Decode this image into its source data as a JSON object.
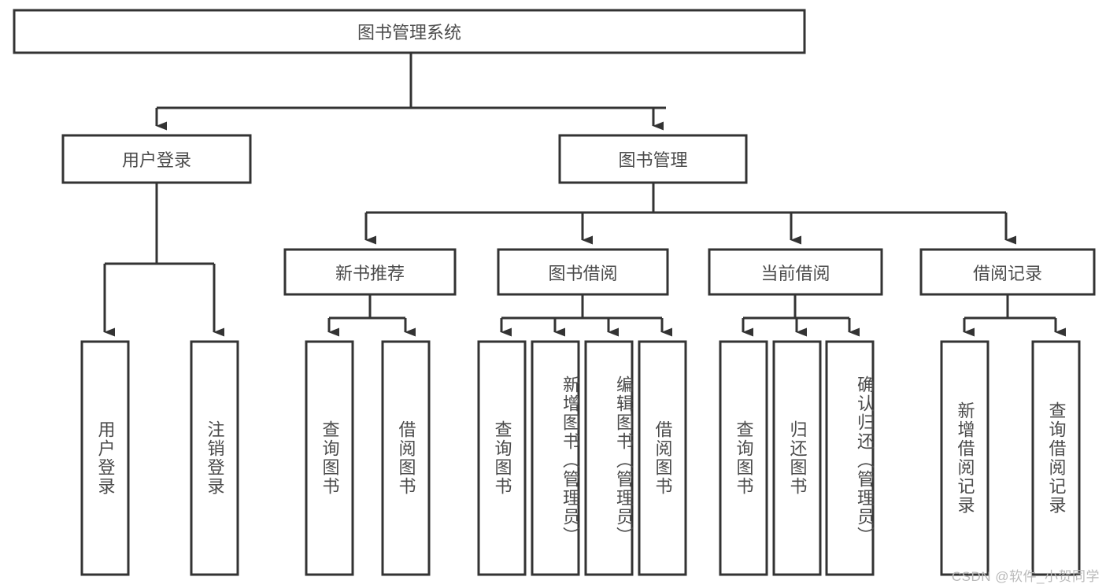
{
  "diagram": {
    "type": "tree",
    "title": "图书管理系统",
    "watermark": "CSDN @软件_小贺同学",
    "colors": {
      "stroke": "#333333",
      "box_fill": "#ffffff",
      "text": "#4b4b4b",
      "background": "#ffffff",
      "watermark": "#b9b9b9"
    },
    "levels": {
      "root": {
        "label": "图书管理系统"
      },
      "level2": [
        {
          "label": "用户登录"
        },
        {
          "label": "图书管理"
        }
      ],
      "level3": [
        {
          "label": "新书推荐"
        },
        {
          "label": "图书借阅"
        },
        {
          "label": "当前借阅"
        },
        {
          "label": "借阅记录"
        }
      ],
      "leaves": {
        "user_login": [
          {
            "label": "用户登录"
          },
          {
            "label": "注销登录"
          }
        ],
        "new_book_recommend": [
          {
            "label": "查询图书"
          },
          {
            "label": "借阅图书"
          }
        ],
        "book_borrow": [
          {
            "label": "查询图书"
          },
          {
            "label": "新增图书（管理员）"
          },
          {
            "label": "编辑图书（管理员）"
          },
          {
            "label": "借阅图书"
          }
        ],
        "current_borrow": [
          {
            "label": "查询图书"
          },
          {
            "label": "归还图书"
          },
          {
            "label": "确认归还（管理员）"
          }
        ],
        "borrow_record": [
          {
            "label": "新增借阅记录"
          },
          {
            "label": "查询借阅记录"
          }
        ]
      }
    }
  }
}
